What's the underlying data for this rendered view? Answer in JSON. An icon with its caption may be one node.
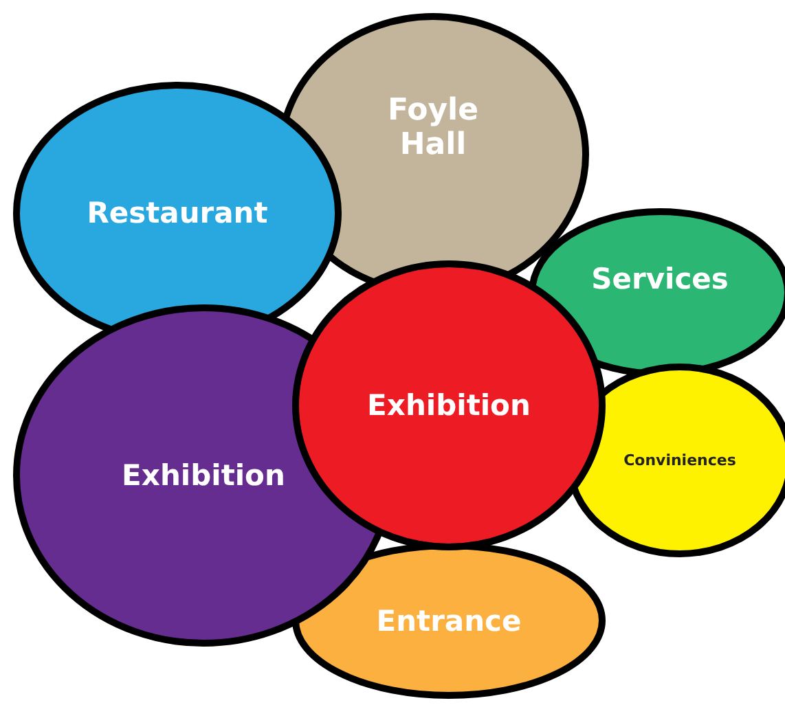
{
  "diagram": {
    "nodes": [
      {
        "text": [
          "Foyle Hall"
        ]
      },
      {
        "text": [
          "Restaurant"
        ]
      },
      {
        "text": [
          "Services"
        ]
      },
      {
        "text": [
          "Exhibition"
        ]
      },
      {
        "text": [
          "Conviniences"
        ]
      },
      {
        "text": [
          "Exhibition"
        ]
      },
      {
        "text": [
          "Entrance"
        ]
      }
    ]
  }
}
